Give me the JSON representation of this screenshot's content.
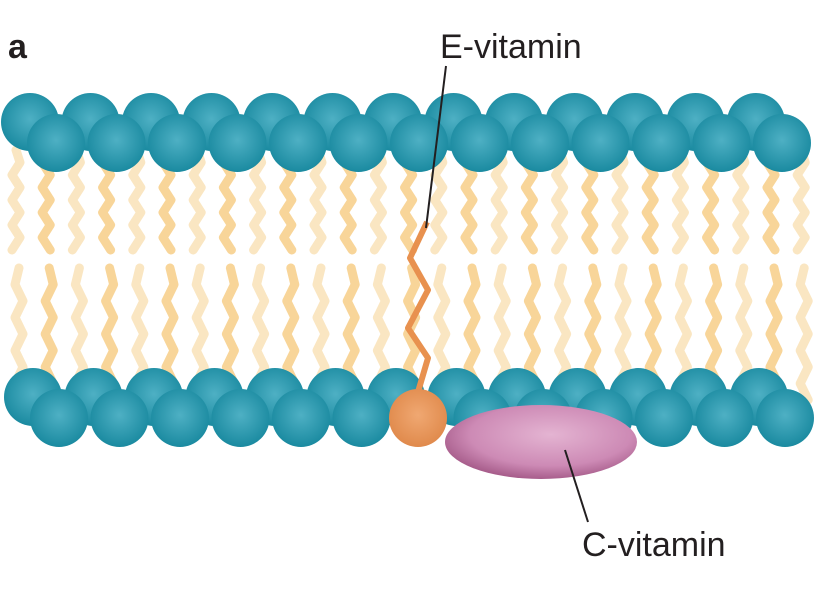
{
  "panel_label": "a",
  "labels": {
    "e_vitamin": "E-vitamin",
    "c_vitamin": "C-vitamin"
  },
  "colors": {
    "head": "#1a8aa0",
    "head_highlight": "#4eb0c4",
    "tail": "#f5c777",
    "e_vitamin": "#e8914f",
    "c_vitamin": "#c47aa6"
  }
}
